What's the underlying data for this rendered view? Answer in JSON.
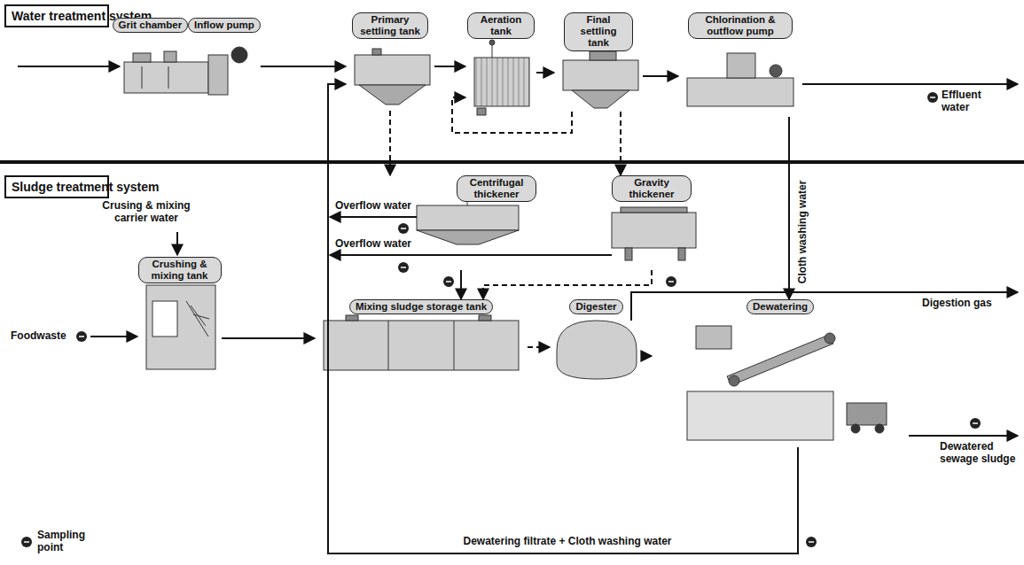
{
  "diagram": {
    "nodes": [
      {
        "text": [
          "Water treatment system"
        ]
      },
      {
        "text": [
          "Sludge treatment system"
        ]
      },
      {
        "text": [
          "Grit chamber"
        ]
      },
      {
        "text": [
          "Inflow pump"
        ]
      },
      {
        "text": [
          "Primary settling tank"
        ]
      },
      {
        "text": [
          "Aeration tank"
        ]
      },
      {
        "text": [
          "Final settling tank"
        ]
      },
      {
        "text": [
          "Chlorination & outflow pump"
        ]
      },
      {
        "text": [
          "Centrifugal thickener"
        ]
      },
      {
        "text": [
          "Gravity thickener"
        ]
      },
      {
        "text": [
          "Crushing & mixing tank"
        ]
      },
      {
        "text": [
          "Mixing sludge storage tank"
        ]
      },
      {
        "text": [
          "Digester"
        ]
      },
      {
        "text": [
          "Dewatering"
        ]
      }
    ],
    "edges": [
      {
        "from": 3,
        "to": 4,
        "arrow": "to"
      },
      {
        "from": 4,
        "to": 5,
        "arrow": "to"
      },
      {
        "from": 5,
        "to": 6,
        "arrow": "to"
      },
      {
        "from": 6,
        "to": 7,
        "arrow": "to"
      },
      {
        "from": 6,
        "to": 5,
        "arrow": "to"
      },
      {
        "from": 4,
        "to": 8,
        "arrow": "to"
      },
      {
        "from": 6,
        "to": 9,
        "arrow": "to"
      },
      {
        "from": 8,
        "to": 11,
        "arrow": "to"
      },
      {
        "from": 9,
        "to": 11,
        "arrow": "to"
      },
      {
        "from": 10,
        "to": 11,
        "arrow": "to"
      },
      {
        "from": 11,
        "to": 12,
        "arrow": "to"
      },
      {
        "from": 12,
        "to": 13,
        "arrow": "to"
      },
      {
        "from": 7,
        "to": 13,
        "label": "Cloth washing water",
        "arrow": "to"
      },
      {
        "from": 13,
        "to": 4,
        "label": "Dewatering filtrate + Cloth washing water",
        "arrow": "to"
      }
    ],
    "labels": [
      "Crusing & mixing carrier water",
      "Overflow water",
      "Overflow water",
      "Effluent water",
      "Digestion gas",
      "Foodwaste",
      "Dewatered sewage sludge"
    ],
    "legend": [
      {
        "text": "Sampling point"
      }
    ]
  }
}
